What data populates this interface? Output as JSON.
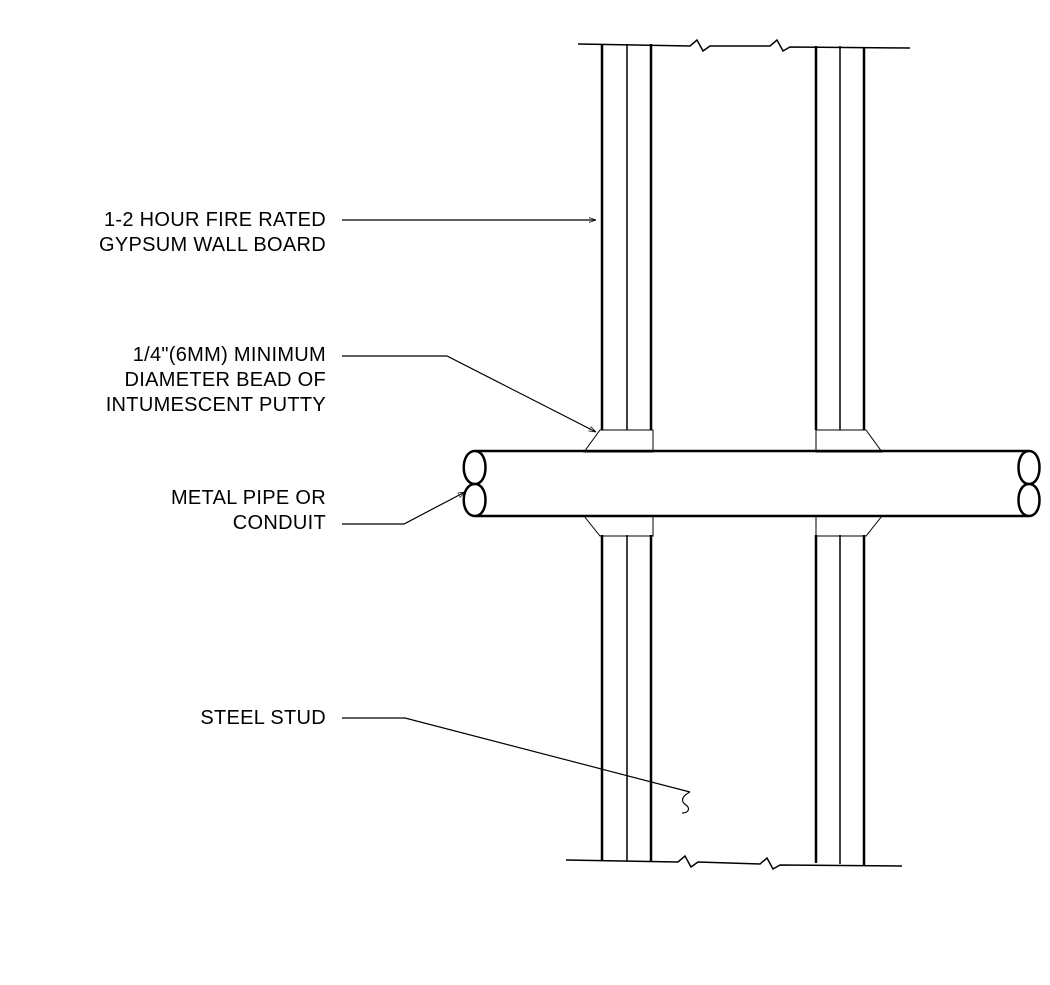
{
  "callouts": {
    "gypsum": {
      "line1": "1-2 HOUR FIRE RATED",
      "line2": "GYPSUM WALL BOARD"
    },
    "putty": {
      "line1": "1/4\"(6MM) MINIMUM",
      "line2": "DIAMETER BEAD OF",
      "line3": "INTUMESCENT PUTTY"
    },
    "pipe": {
      "line1": "METAL PIPE OR",
      "line2": "CONDUIT"
    },
    "stud": {
      "line1": "STEEL STUD"
    }
  },
  "colors": {
    "ink": "#000000",
    "background": "#ffffff"
  }
}
